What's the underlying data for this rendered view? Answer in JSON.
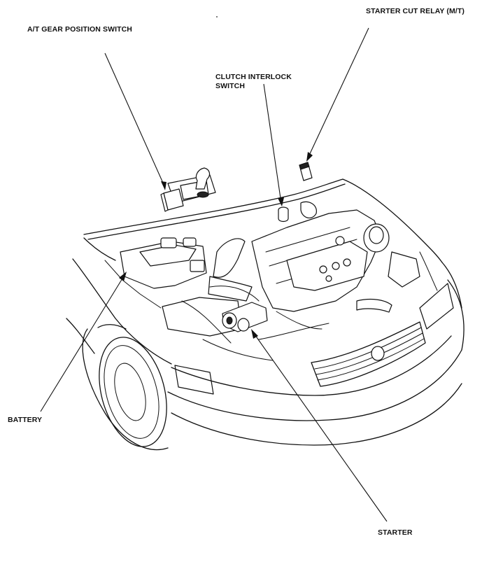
{
  "labels": {
    "at_gear_position_switch": "A/T GEAR POSITION SWITCH",
    "starter_cut_relay": "STARTER CUT RELAY (M/T)",
    "clutch_interlock_switch_line1": "CLUTCH INTERLOCK",
    "clutch_interlock_switch_line2": "SWITCH",
    "battery": "BATTERY",
    "starter": "STARTER"
  }
}
